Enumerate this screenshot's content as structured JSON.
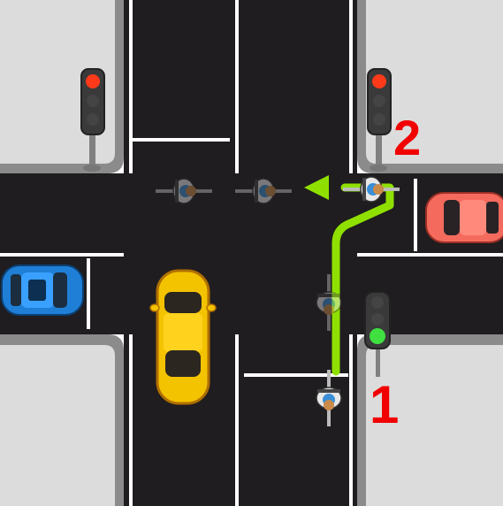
{
  "labels": {
    "position_1": "1",
    "position_2": "2"
  },
  "traffic_lights": {
    "top_left": "red",
    "top_right": "red",
    "lower_right": "green"
  },
  "colors": {
    "road": "#1f1d1f",
    "curb": "#8b8b8b",
    "sidewalk": "#dcdcdc",
    "lane_marking": "#ffffff",
    "path_arrow": "#8fe000",
    "label": "#f20000",
    "red_light": "#ff3a1a",
    "green_light": "#3fe040",
    "unlit_light": "#444444"
  },
  "vehicles": [
    {
      "kind": "yellow-taxi"
    },
    {
      "kind": "blue-car"
    },
    {
      "kind": "red-car"
    }
  ],
  "cyclists": [
    {
      "role": "start-position-1"
    },
    {
      "role": "ghost-trail"
    },
    {
      "role": "position-2"
    },
    {
      "role": "ghost-trail"
    },
    {
      "role": "ghost-trail"
    }
  ]
}
